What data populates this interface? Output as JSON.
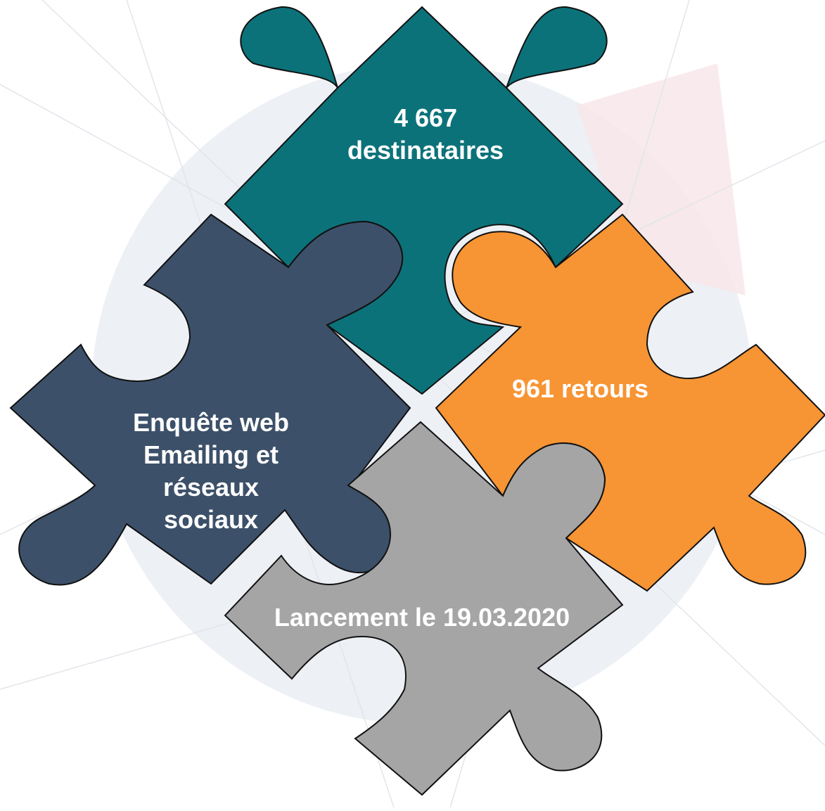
{
  "pieces": {
    "top": {
      "line1": "4 667",
      "line2": "destinataires",
      "color": "#0c727a"
    },
    "left": {
      "line1": "Enquête web",
      "line2": "Emailing et",
      "line3": "réseaux",
      "line4": "sociaux",
      "color": "#3c5069"
    },
    "right": {
      "line1": "961 retours",
      "color": "#f79433"
    },
    "bottom": {
      "line1": "Lancement le 19.03.2020",
      "color": "#a5a5a5"
    }
  },
  "colors": {
    "background": "#ffffff",
    "decor_circle": "#e8ebf2",
    "decor_accent": "#f6e0e2",
    "outline": "#111111",
    "label_text": "#ffffff"
  }
}
